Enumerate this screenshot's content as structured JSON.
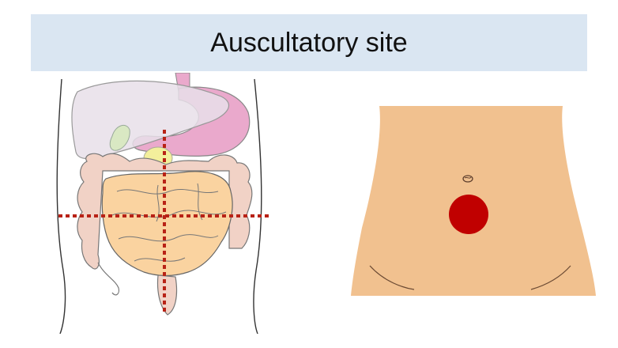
{
  "title": "Auscultatory site",
  "colors": {
    "banner": "#dae6f2",
    "liver": "#e7dfe9",
    "stomach": "#eaa9cc",
    "large_intestine": "#f1d2c6",
    "small_intestine": "#fad3a0",
    "gallbladder": "#d9e8c3",
    "pancreas": "#f3ef9c",
    "quadrant_line": "#b82216",
    "skin": "#f1c18f",
    "auscultation_marker": "#c00000"
  },
  "icons": {
    "quadrant_lines": "dotted-crosshair",
    "marker": "red-circle",
    "navel": "navel-icon"
  }
}
